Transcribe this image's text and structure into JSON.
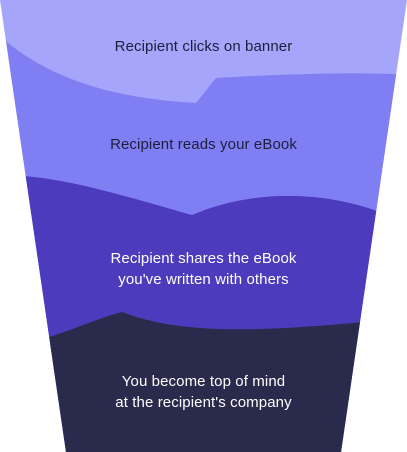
{
  "funnel": {
    "stages": [
      {
        "lines": [
          "Recipient clicks on banner"
        ],
        "fill": "#a5a5fb",
        "text_color": "#1e1e3c"
      },
      {
        "lines": [
          "Recipient reads your eBook"
        ],
        "fill": "#7f7ff3",
        "text_color": "#1e1e3c"
      },
      {
        "lines": [
          "Recipient shares the eBook",
          "you've written with others"
        ],
        "fill": "#4c3bbd",
        "text_color": "#ffffff"
      },
      {
        "lines": [
          "You become top of mind",
          "at the recipient's company"
        ],
        "fill": "#2a2a4c",
        "text_color": "#ffffff"
      }
    ]
  }
}
